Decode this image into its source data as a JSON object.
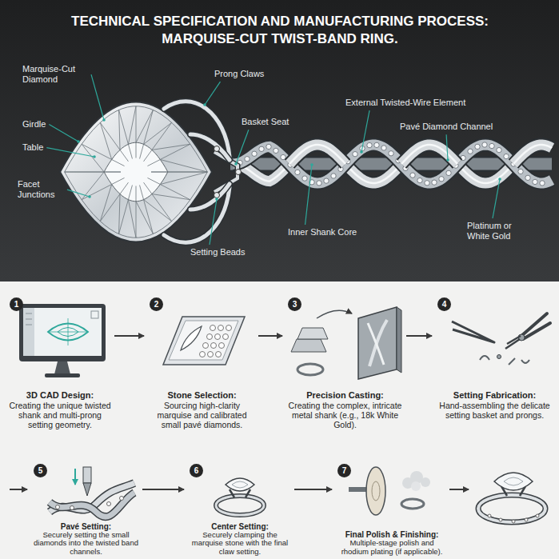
{
  "diagram": {
    "title": "TECHNICAL SPECIFICATION AND MANUFACTURING PROCESS: MARQUISE-CUT TWIST-BAND RING.",
    "nodes": [
      {
        "text": [
          "1",
          "3D CAD Design:",
          "Creating the unique twisted shank and multi-prong setting geometry."
        ]
      },
      {
        "text": [
          "2",
          "Stone Selection:",
          "Sourcing high-clarity marquise and calibrated small pavé diamonds."
        ]
      },
      {
        "text": [
          "3",
          "Precision Casting:",
          "Creating the complex, intricate metal shank (e.g., 18k White Gold)."
        ]
      },
      {
        "text": [
          "4",
          "Setting Fabrication:",
          "Hand-assembling the delicate setting basket and prongs."
        ]
      },
      {
        "text": [
          "5",
          "Pavé Setting:",
          "Securely setting the small diamonds into the twisted band channels."
        ]
      },
      {
        "text": [
          "6",
          "Center Setting:",
          "Securely clamping the marquise stone with the final claw setting."
        ]
      },
      {
        "text": [
          "7",
          "Final Polish & Finishing:",
          "Multiple-stage polish and rhodium plating (if applicable)."
        ]
      }
    ],
    "edges": [
      {
        "from": 0,
        "to": 1,
        "arrow": "to"
      },
      {
        "from": 1,
        "to": 2,
        "arrow": "to"
      },
      {
        "from": 2,
        "to": 3,
        "arrow": "to"
      },
      {
        "from": 4,
        "to": 5,
        "arrow": "to"
      },
      {
        "from": 5,
        "to": 6,
        "arrow": "to"
      }
    ],
    "labels": [
      "Marquise-Cut Diamond",
      "Girdle",
      "Table",
      "Facet Junctions",
      "Prong Claws",
      "Basket Seat",
      "External Twisted-Wire Element",
      "Pavé Diamond Channel",
      "Inner Shank Core",
      "Setting Beads",
      "Platinum or White Gold"
    ]
  }
}
